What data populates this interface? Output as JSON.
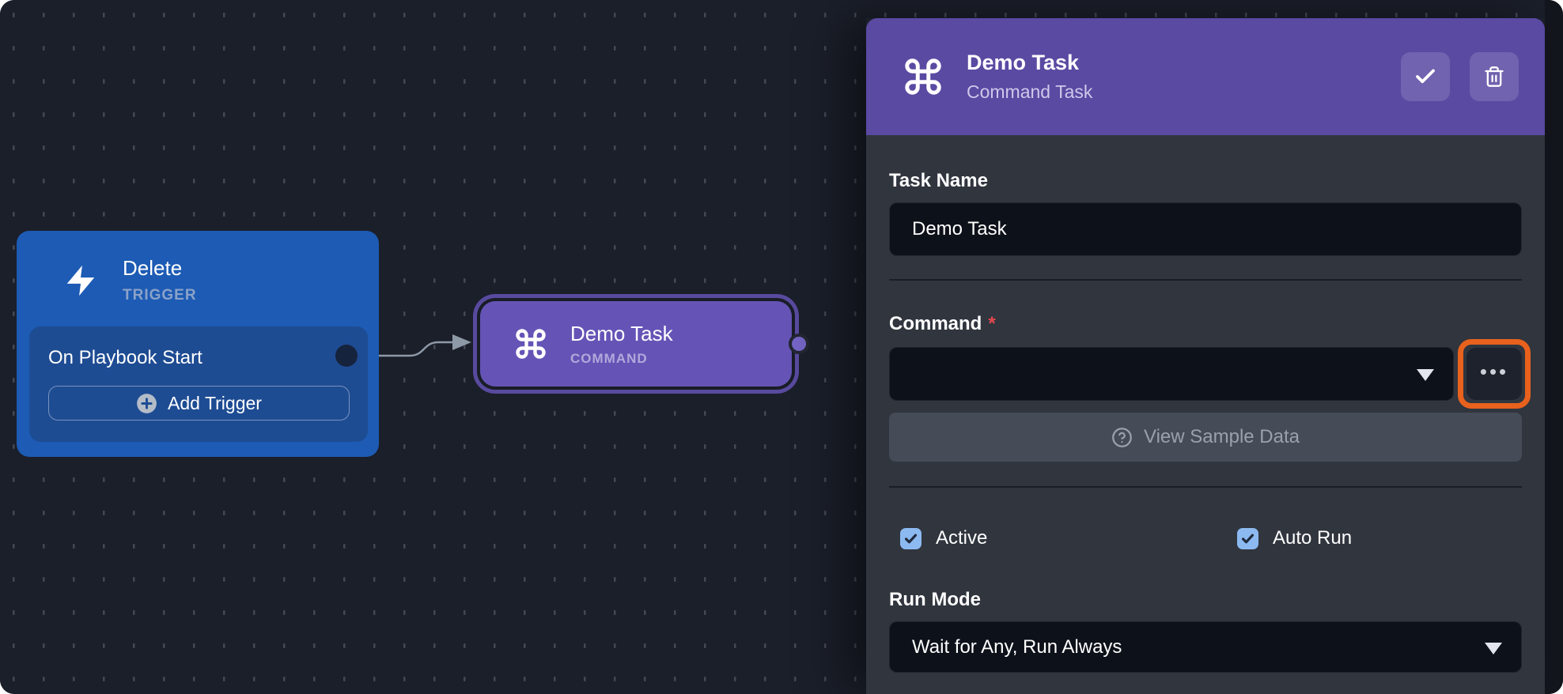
{
  "canvas": {
    "trigger_node": {
      "icon": "lightning-icon",
      "title": "Delete",
      "type_label": "TRIGGER",
      "item_label": "On Playbook Start",
      "add_button_label": "Add Trigger",
      "accent_color": "#1d5bb4"
    },
    "task_node": {
      "icon": "command-icon",
      "title": "Demo Task",
      "type_label": "COMMAND",
      "accent_color": "#6554b6",
      "selected": true
    }
  },
  "panel": {
    "header": {
      "icon": "command-icon",
      "title": "Demo Task",
      "subtitle": "Command Task",
      "confirm_icon": "check-icon",
      "delete_icon": "trash-icon",
      "accent_color": "#5a4aa2"
    },
    "task_name": {
      "label": "Task Name",
      "value": "Demo Task"
    },
    "command": {
      "label": "Command",
      "required_marker": "*",
      "selected_value": "",
      "more_button_label": "•••",
      "sample_button_label": "View Sample Data",
      "sample_button_icon": "help-circle-icon"
    },
    "checkboxes": [
      {
        "label": "Active",
        "checked": true
      },
      {
        "label": "Auto Run",
        "checked": true
      }
    ],
    "run_mode": {
      "label": "Run Mode",
      "selected_value": "Wait for Any, Run Always"
    }
  },
  "annotation": {
    "target": "command-more-button",
    "color": "#e8611d"
  },
  "theme_colors": {
    "canvas_background": "#1b1f2a",
    "panel_background": "#30353e",
    "input_background": "#0d1119",
    "checkbox_blue": "#8cb9f0",
    "required_red": "#e5484d"
  }
}
